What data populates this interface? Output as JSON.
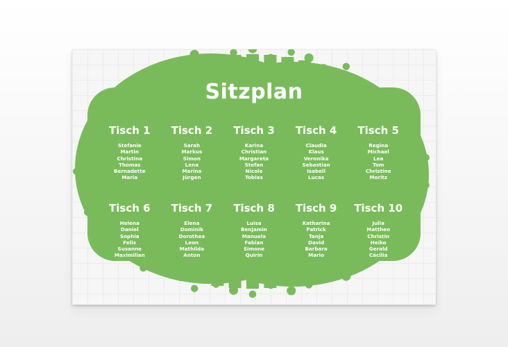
{
  "colors": {
    "accent": "#79bb5a",
    "text": "#ffffff",
    "card_background": "#f6f6f6"
  },
  "title": "Sitzplan",
  "tables": [
    {
      "name": "Tisch 1",
      "guests": [
        "Stefanie",
        "Martin",
        "Christina",
        "Thomas",
        "Bernadette",
        "Maria"
      ]
    },
    {
      "name": "Tisch 2",
      "guests": [
        "Sarah",
        "Markus",
        "Simon",
        "Lena",
        "Marina",
        "Jürgen"
      ]
    },
    {
      "name": "Tisch 3",
      "guests": [
        "Karina",
        "Christian",
        "Margareta",
        "Stefan",
        "Nicole",
        "Tobias"
      ]
    },
    {
      "name": "Tisch 4",
      "guests": [
        "Claudia",
        "Klaus",
        "Veronika",
        "Sebastian",
        "Isabell",
        "Lucas"
      ]
    },
    {
      "name": "Tisch 5",
      "guests": [
        "Regina",
        "Michael",
        "Lea",
        "Tom",
        "Christine",
        "Moritz"
      ]
    },
    {
      "name": "Tisch 6",
      "guests": [
        "Helena",
        "Daniel",
        "Sophia",
        "Felix",
        "Susanne",
        "Maximilian"
      ]
    },
    {
      "name": "Tisch 7",
      "guests": [
        "Elena",
        "Dominik",
        "Dorothea",
        "Leon",
        "Mathilda",
        "Anton"
      ]
    },
    {
      "name": "Tisch 8",
      "guests": [
        "Luisa",
        "Benjamin",
        "Manuela",
        "Fabian",
        "Simone",
        "Quirin"
      ]
    },
    {
      "name": "Tisch 9",
      "guests": [
        "Katharina",
        "Patrick",
        "Tanja",
        "David",
        "Barbara",
        "Mario"
      ]
    },
    {
      "name": "Tisch 10",
      "guests": [
        "Julia",
        "Mattheo",
        "Christin",
        "Heiko",
        "Gerald",
        "Cäcilia"
      ]
    }
  ]
}
